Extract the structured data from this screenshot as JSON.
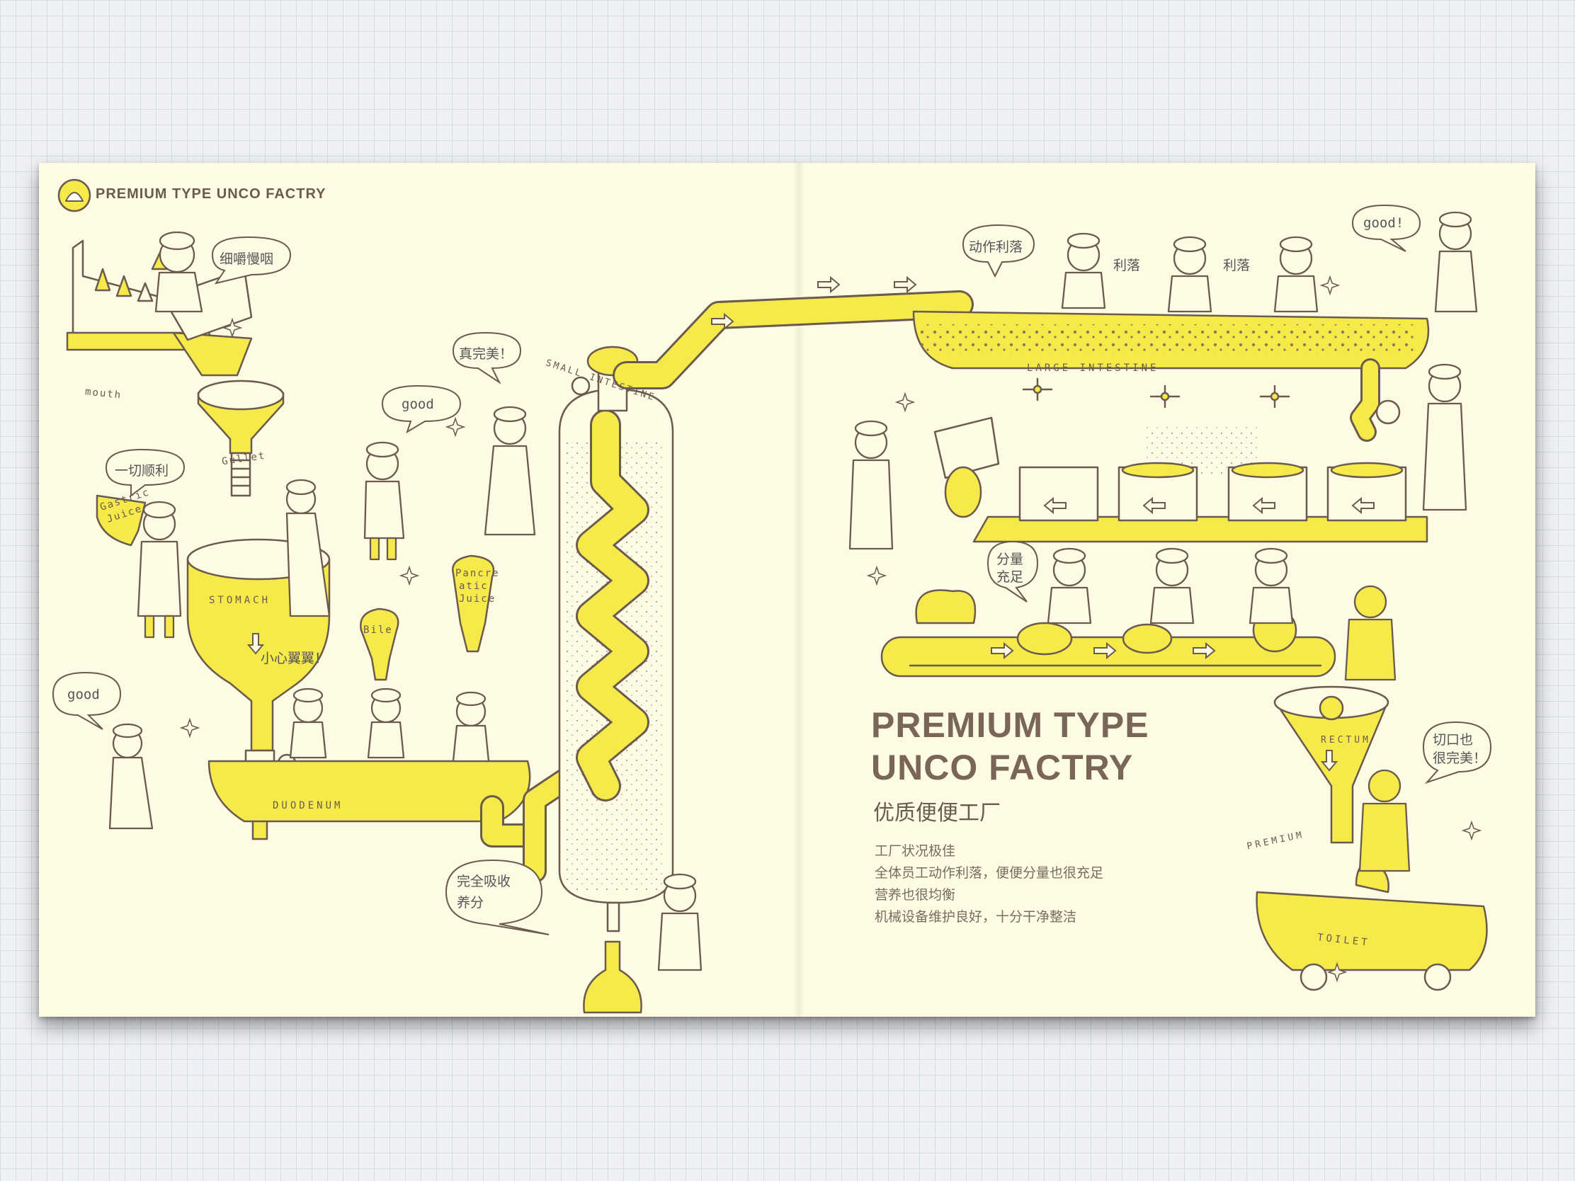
{
  "brand": {
    "logo_text": "PREMIUM TYPE UNCO FACTRY"
  },
  "title": {
    "line1": "PREMIUM TYPE",
    "line2": "UNCO FACTRY",
    "subtitle_cn": "优质便便工厂"
  },
  "description": [
    "工厂状况极佳",
    "全体员工动作利落，便便分量也很充足",
    "营养也很均衡",
    "机械设备维护良好，十分干净整洁"
  ],
  "organs": {
    "mouth": "mouth",
    "gullet": "Gullet",
    "gastric_juice_1": "Gastric",
    "gastric_juice_2": "Juice",
    "stomach": "STOMACH",
    "bile": "Bile",
    "pancreatic_1": "Pancre",
    "pancreatic_2": "atic",
    "pancreatic_3": "Juice",
    "duodenum": "DUODENUM",
    "small_intestine": "SMALL INTESTINE",
    "large_intestine": "LARGE INTESTINE",
    "rectum": "RECTUM",
    "toilet": "TOILET",
    "premium": "PREMIUM"
  },
  "bubbles": {
    "chew": "细嚼慢咽",
    "smooth": "一切顺利",
    "good_1": "good",
    "perfect": "真完美！",
    "careful": "小心翼翼！",
    "good_2": "good",
    "absorb_1": "完全吸收",
    "absorb_2": "养分",
    "brisk": "动作利落",
    "good_3": "good!",
    "portion_1": "分量",
    "portion_2": "充足",
    "cut_1": "切口也",
    "cut_2": "很完美！"
  },
  "shouts": {
    "brisk_a": "利落",
    "brisk_b": "利落"
  },
  "colors": {
    "yellow": "#f5ea4a",
    "ink": "#6b5a4e",
    "paper": "#fdfbe3"
  }
}
